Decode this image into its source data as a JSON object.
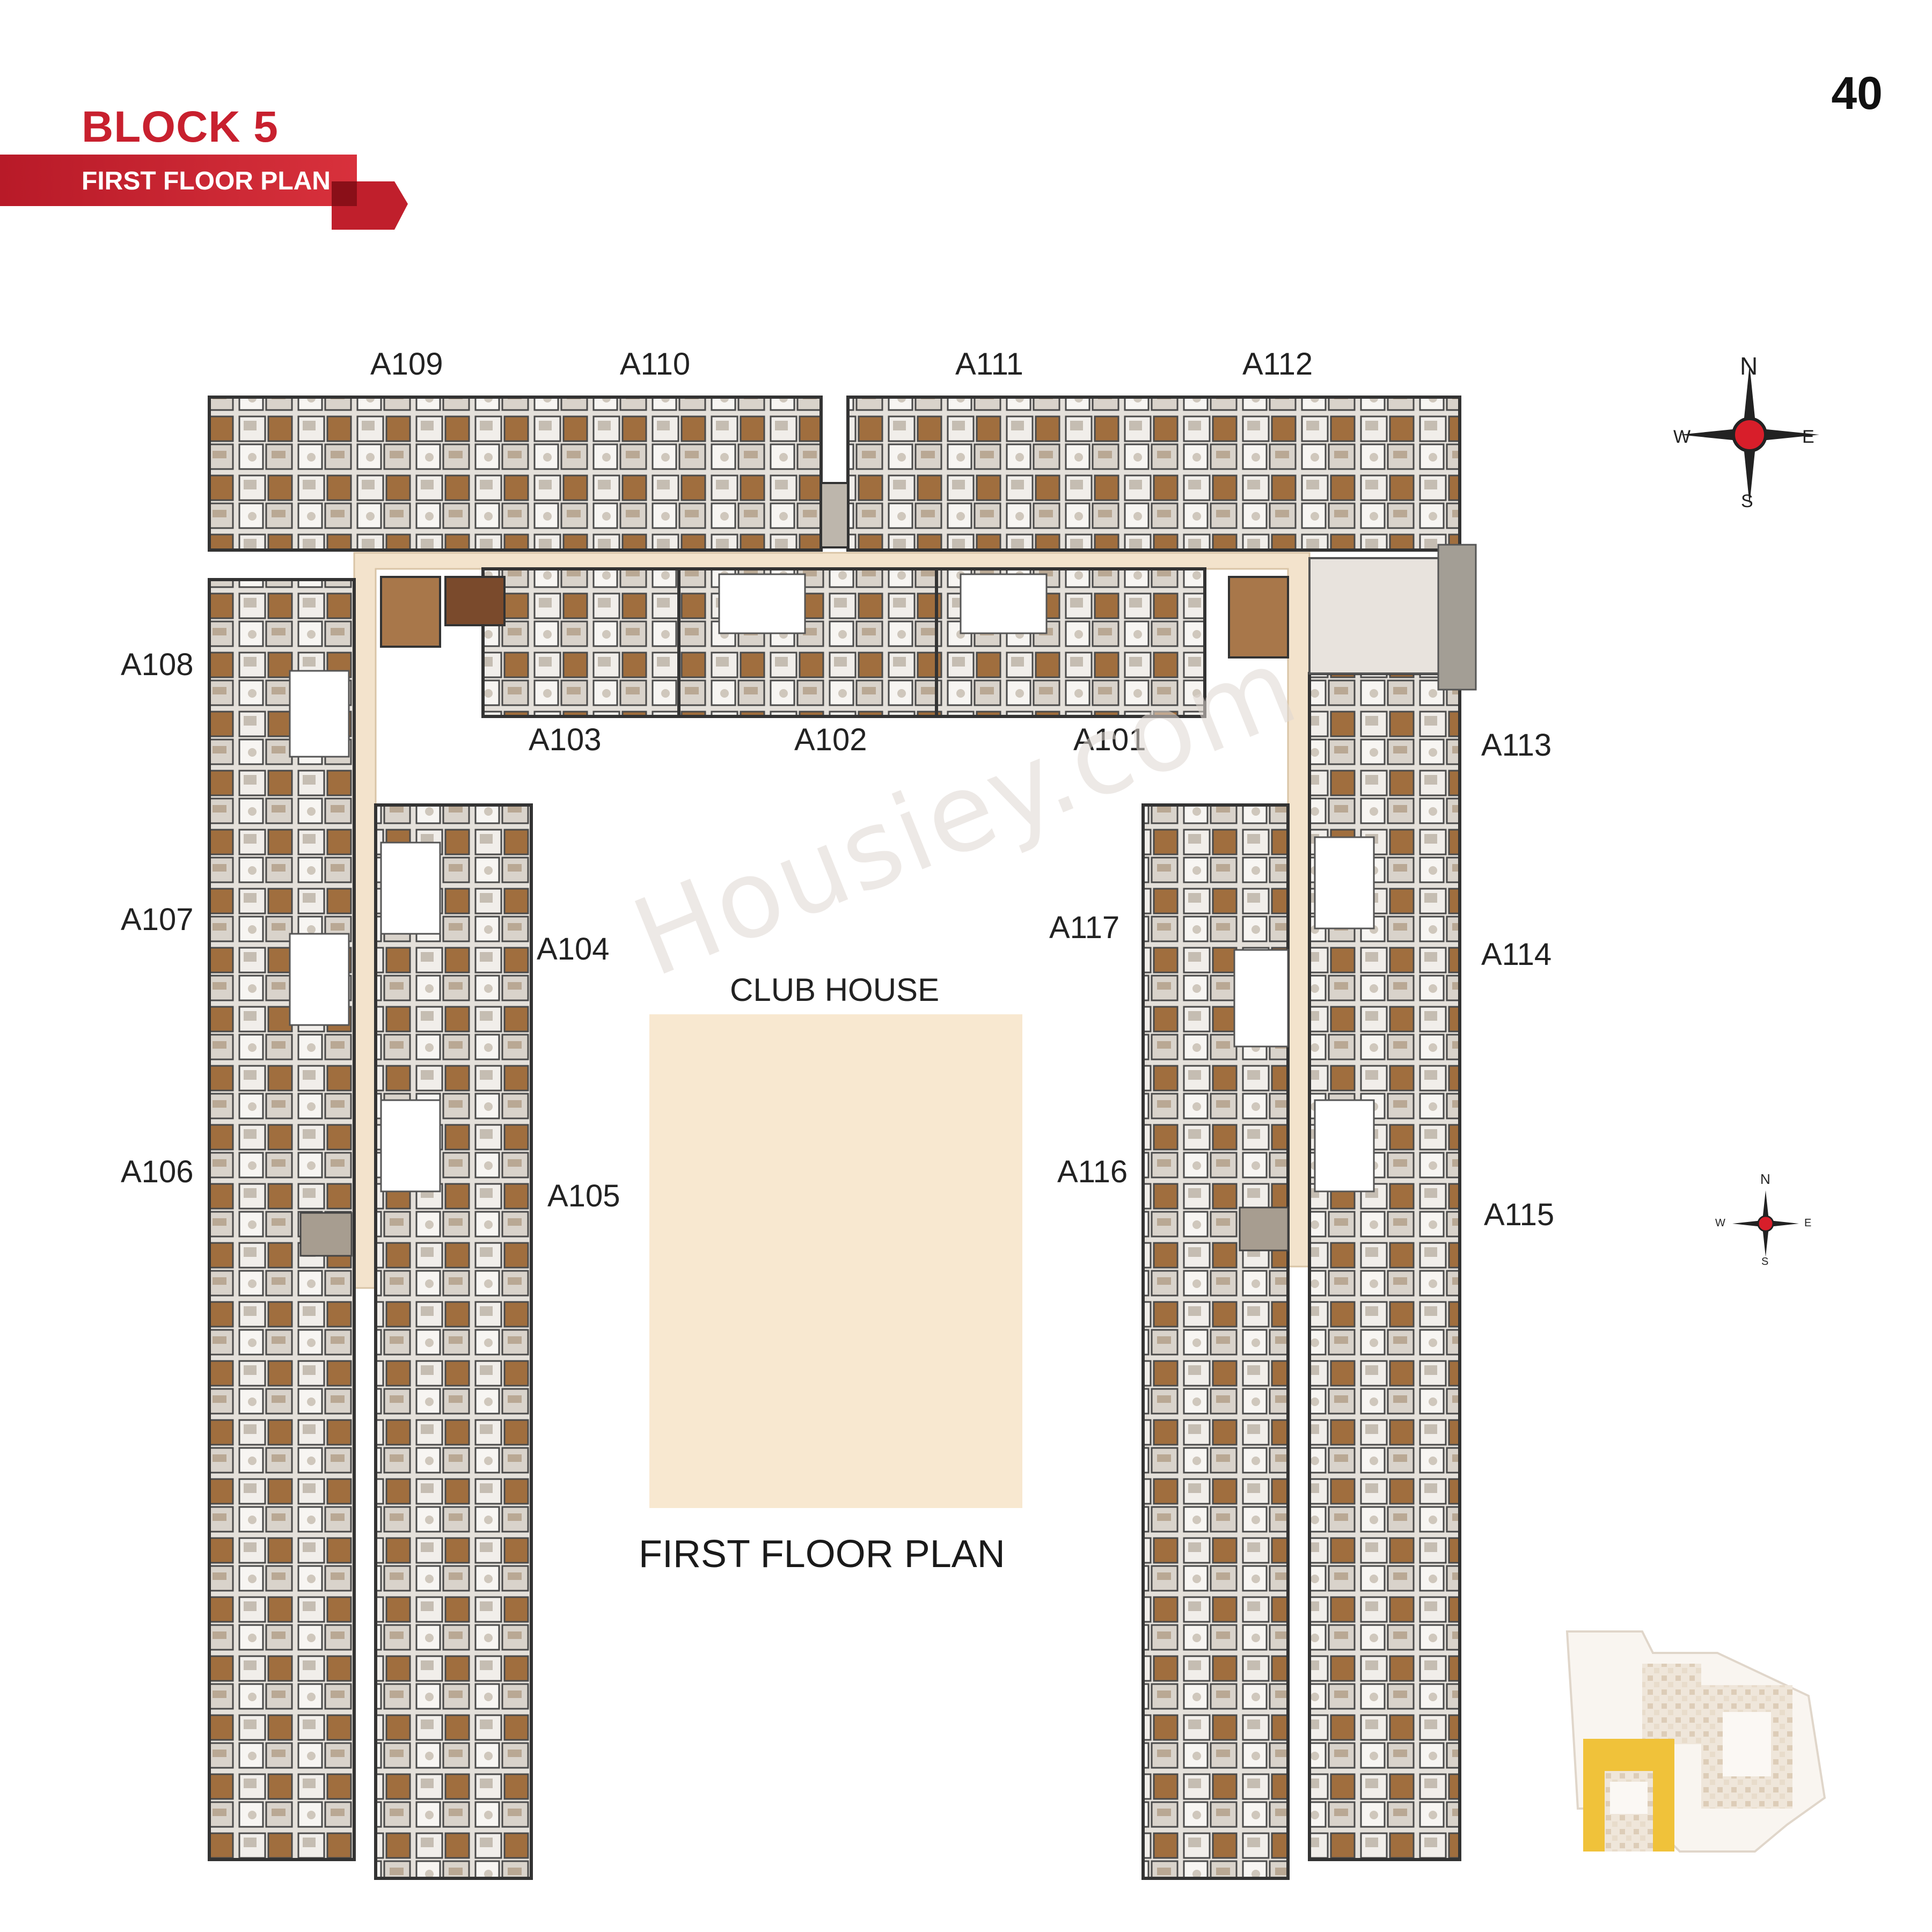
{
  "header": {
    "block_title": "BLOCK 5",
    "subtitle": "FIRST FLOOR PLAN",
    "page_number": "40"
  },
  "colors": {
    "brand_red": "#c8202e",
    "corridor": "#f3e3cc",
    "club_house_fill": "#f8e8d0",
    "wood": "#9a6a3c",
    "floor": "#e4e0da",
    "wall": "#3a3a3a"
  },
  "plan": {
    "title": "FIRST FLOOR PLAN",
    "club_house": "CLUB HOUSE",
    "units": {
      "a101": "A101",
      "a102": "A102",
      "a103": "A103",
      "a104": "A104",
      "a105": "A105",
      "a106": "A106",
      "a107": "A107",
      "a108": "A108",
      "a109": "A109",
      "a110": "A110",
      "a111": "A111",
      "a112": "A112",
      "a113": "A113",
      "a114": "A114",
      "a115": "A115",
      "a116": "A116",
      "a117": "A117"
    }
  },
  "compass": {
    "north": "N",
    "south": "S",
    "east": "E",
    "west": "W"
  },
  "watermark": "Housiey.com",
  "icons": {
    "compass": "compass-rose-icon",
    "key_plan": "site-key-plan-icon"
  }
}
